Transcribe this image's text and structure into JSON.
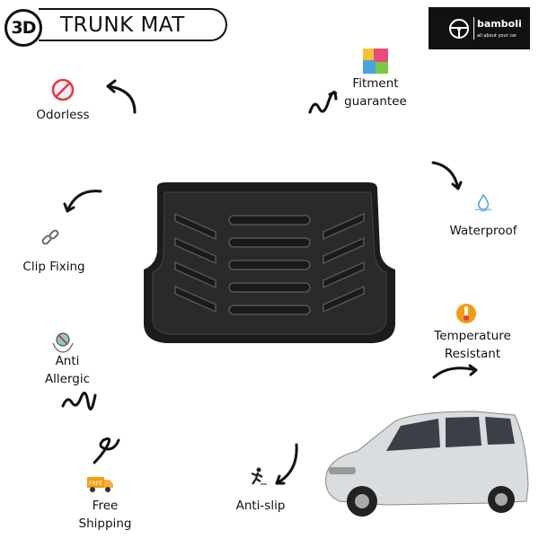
{
  "header": {
    "badge": "3D",
    "title": "TRUNK MAT"
  },
  "logo": {
    "name": "bamboli",
    "tagline": "all about your car"
  },
  "features": {
    "odorless": "Odorless",
    "fitment": [
      "Fitment",
      "guarantee"
    ],
    "waterproof": "Waterproof",
    "clip": "Clip Fixing",
    "temperature": [
      "Temperature",
      "Resistant"
    ],
    "allergic": [
      "Anti",
      "Allergic"
    ],
    "shipping": [
      "Free",
      "Shipping"
    ],
    "antislip": "Anti-slip"
  },
  "truck_label": "FREE",
  "colors": {
    "mat": "#1c1c1c",
    "car": "#d9dde0",
    "accent_orange": "#f39c12"
  }
}
